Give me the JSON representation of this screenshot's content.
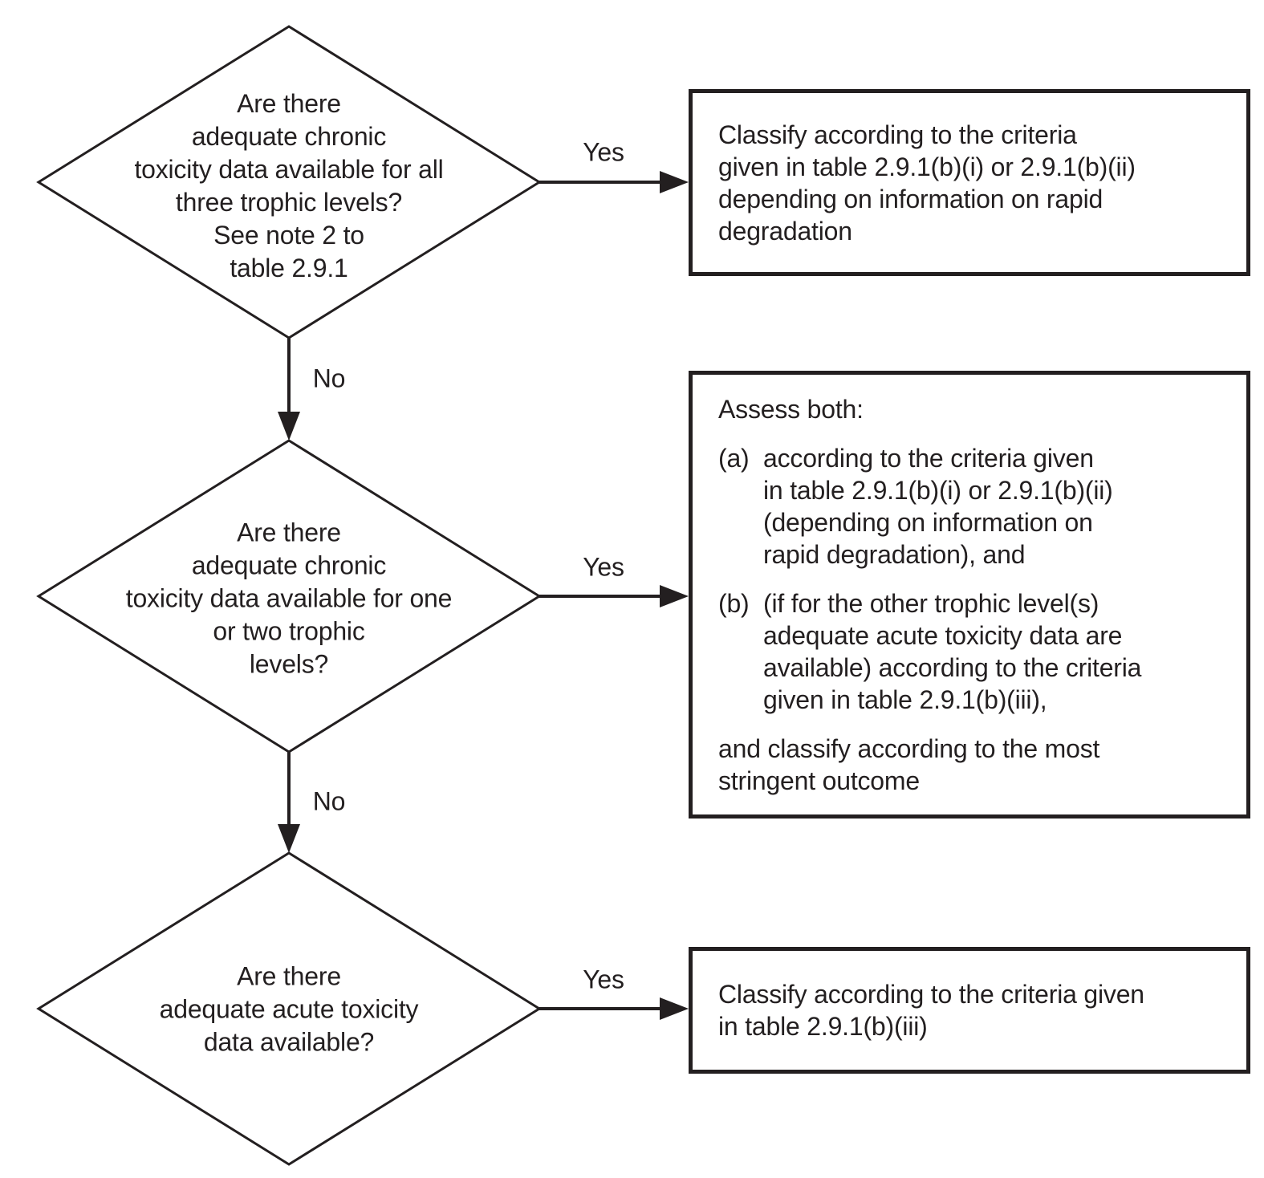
{
  "flowchart": {
    "colors": {
      "ink": "#231f20",
      "background": "#ffffff"
    },
    "diamonds": [
      {
        "id": "chronic-all-three-levels",
        "lines": [
          "Are there",
          "adequate chronic",
          "toxicity data available for all",
          "three trophic levels?",
          "See note 2 to",
          "table 2.9.1"
        ]
      },
      {
        "id": "chronic-one-or-two-levels",
        "lines": [
          "Are there",
          "adequate chronic",
          "toxicity data available for one",
          "or two trophic",
          "levels?"
        ]
      },
      {
        "id": "acute-data-available",
        "lines": [
          "Are there",
          "adequate acute toxicity",
          "data available?"
        ]
      }
    ],
    "boxes": [
      {
        "id": "classify-chronic",
        "lines": [
          "Classify according to the criteria",
          "given in table 2.9.1(b)(i) or 2.9.1(b)(ii)",
          "depending on information on rapid",
          "degradation"
        ]
      },
      {
        "id": "assess-both",
        "intro": "Assess both:",
        "items": [
          {
            "marker": "(a)",
            "lines": [
              "according to the criteria given",
              "in table 2.9.1(b)(i) or 2.9.1(b)(ii)",
              "(depending on information on",
              "rapid degradation), and"
            ]
          },
          {
            "marker": "(b)",
            "lines": [
              "(if for the other trophic level(s)",
              "adequate acute toxicity data are",
              "available) according to the criteria",
              "given in table 2.9.1(b)(iii),"
            ]
          }
        ],
        "outro_lines": [
          "and classify according to the most",
          "stringent outcome"
        ]
      },
      {
        "id": "classify-acute",
        "lines": [
          "Classify according to the criteria given",
          "in table 2.9.1(b)(iii)"
        ]
      }
    ],
    "edges": {
      "yes1": "Yes",
      "no1": "No",
      "yes2": "Yes",
      "no2": "No",
      "yes3": "Yes"
    }
  }
}
